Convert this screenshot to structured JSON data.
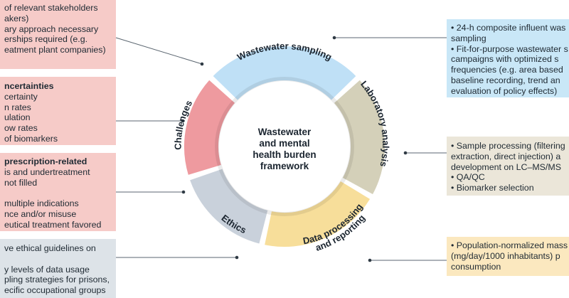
{
  "center": {
    "lines": [
      "Wastewater",
      "and mental",
      "health burden",
      "framework"
    ]
  },
  "segments": [
    {
      "key": "sampling",
      "label": "Wastewater sampling",
      "color": "#bfe0f6"
    },
    {
      "key": "lab",
      "label": "Laboratory analysis",
      "color": "#d4d0b9"
    },
    {
      "key": "data",
      "label_lines": [
        "Data processing",
        "and reporting"
      ],
      "color": "#f7de9a"
    },
    {
      "key": "ethics",
      "label": "Ethics",
      "color": "#c9d1db"
    },
    {
      "key": "challenges",
      "label": "Challenges",
      "color": "#ee9a9f"
    }
  ],
  "left_boxes": [
    {
      "lines": [
        {
          "t": "of relevant stakeholders"
        },
        {
          "t": "akers)"
        },
        {
          "t": "ary approach necessary"
        },
        {
          "t": "erships required (e.g."
        },
        {
          "t": "eatment plant companies)"
        }
      ]
    },
    {
      "lines": [
        {
          "t": "ncertainties",
          "b": true
        },
        {
          "t": "certainty"
        },
        {
          "t": "n rates"
        },
        {
          "t": "ulation"
        },
        {
          "t": "ow rates"
        },
        {
          "t": "of biomarkers"
        }
      ]
    },
    {
      "lines": [
        {
          "t": "prescription-related",
          "b": true
        },
        {
          "t": "is and undertreatment"
        },
        {
          "t": "not filled"
        },
        {
          "t": ""
        },
        {
          "t": " multiple indications"
        },
        {
          "t": "nce and/or misuse"
        },
        {
          "t": "eutical treatment favored"
        }
      ]
    },
    {
      "lines": [
        {
          "t": "ve ethical guidelines on"
        },
        {
          "t": ""
        },
        {
          "t": "y levels of data usage"
        },
        {
          "t": "pling strategies for prisons,"
        },
        {
          "t": "ecific occupational groups"
        }
      ]
    }
  ],
  "right_boxes": [
    {
      "lines": [
        {
          "t": "• 24-h composite influent was"
        },
        {
          "t": "   sampling"
        },
        {
          "t": "• Fit-for-purpose wastewater s"
        },
        {
          "t": "   campaigns with optimized s"
        },
        {
          "t": "   frequencies (e.g. area based"
        },
        {
          "t": "   baseline recording, trend an"
        },
        {
          "t": "   evaluation of policy effects)"
        }
      ]
    },
    {
      "lines": [
        {
          "t": "• Sample processing (filtering"
        },
        {
          "t": "   extraction, direct injection) a"
        },
        {
          "t": "   development on LC–MS/MS"
        },
        {
          "t": "• QA/QC"
        },
        {
          "t": "• Biomarker selection"
        }
      ]
    },
    {
      "lines": [
        {
          "t": "• Population-normalized mass"
        },
        {
          "t": "   (mg/day/1000 inhabitants) p"
        },
        {
          "t": "   consumption"
        }
      ]
    }
  ]
}
